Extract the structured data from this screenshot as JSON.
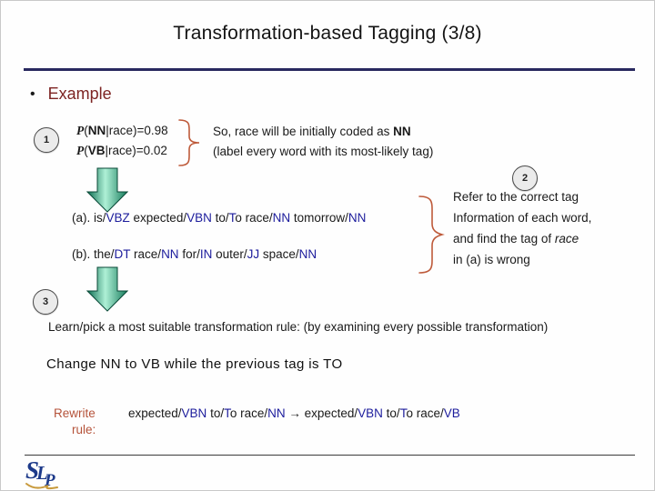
{
  "slide": {
    "title": "Transformation-based Tagging (3/8)",
    "bullet_glyph": "•",
    "bullet_label": "Example"
  },
  "colors": {
    "divider_navy": "#29295f",
    "tag_blue": "#1c1c9c",
    "bullet_maroon": "#7d2423",
    "brace_sienna": "#bE5a3a",
    "arrow_green_dark": "#0e6e52",
    "arrow_green_light": "#aef0d6",
    "logo_navy": "#1d3a8a",
    "logo_gold": "#c89a3c"
  },
  "step1": {
    "number": "1",
    "prob_lines": [
      [
        {
          "t": "P",
          "c": "pi"
        },
        {
          "t": "(",
          "c": "k"
        },
        {
          "t": "NN",
          "c": "kb"
        },
        {
          "t": "|race)=0.98",
          "c": "k"
        }
      ],
      [
        {
          "t": "P",
          "c": "pi"
        },
        {
          "t": "(",
          "c": "k"
        },
        {
          "t": "VB",
          "c": "kb"
        },
        {
          "t": "|race)=0.02",
          "c": "k"
        }
      ]
    ],
    "note_line1_tokens": [
      {
        "t": "So, race will be initially coded as ",
        "c": "k"
      },
      {
        "t": "NN",
        "c": "kb"
      }
    ],
    "note_line2": "(label every word with its most-likely tag)"
  },
  "tagged_lines": {
    "a_tokens": [
      {
        "t": "(a).  is/",
        "c": "k"
      },
      {
        "t": "VBZ",
        "c": "b"
      },
      {
        "t": " expected/",
        "c": "k"
      },
      {
        "t": "VBN",
        "c": "b"
      },
      {
        "t": "  to/",
        "c": "k"
      },
      {
        "t": "T",
        "c": "b"
      },
      {
        "t": "o",
        "c": "k"
      },
      {
        "t": " race/",
        "c": "k"
      },
      {
        "t": "NN",
        "c": "b"
      },
      {
        "t": " tomorrow/",
        "c": "k"
      },
      {
        "t": "NN",
        "c": "b"
      }
    ],
    "b_tokens": [
      {
        "t": "(b).  the/",
        "c": "k"
      },
      {
        "t": "DT",
        "c": "b"
      },
      {
        "t": " race/",
        "c": "k"
      },
      {
        "t": "NN",
        "c": "b"
      },
      {
        "t": " for/",
        "c": "k"
      },
      {
        "t": "IN",
        "c": "b"
      },
      {
        "t": " outer/",
        "c": "k"
      },
      {
        "t": "JJ",
        "c": "b"
      },
      {
        "t": " space/",
        "c": "k"
      },
      {
        "t": "NN",
        "c": "b"
      }
    ]
  },
  "step2": {
    "number": "2",
    "line1": "Refer to the correct tag",
    "line2": "Information of each word,",
    "line3_tokens": [
      {
        "t": "and find the tag of ",
        "c": "k"
      },
      {
        "t": "race",
        "c": "i"
      }
    ],
    "line4": "in (a) is wrong"
  },
  "step3": {
    "number": "3",
    "learn_line": "Learn/pick a most suitable transformation rule: (by examining every possible transformation)",
    "change_line": "Change NN to VB while the previous tag is TO",
    "rewrite_label_line1": "Rewrite",
    "rewrite_label_line2": "rule:",
    "rule_tokens": [
      {
        "t": "expected/",
        "c": "k"
      },
      {
        "t": "VBN",
        "c": "b"
      },
      {
        "t": "  to/",
        "c": "k"
      },
      {
        "t": "T",
        "c": "b"
      },
      {
        "t": "o",
        "c": "k"
      },
      {
        "t": " race/",
        "c": "k"
      },
      {
        "t": "NN",
        "c": "b"
      },
      {
        "t": " → expected/",
        "c": "k"
      },
      {
        "t": "VBN",
        "c": "b"
      },
      {
        "t": "  to/",
        "c": "k"
      },
      {
        "t": "T",
        "c": "b"
      },
      {
        "t": "o",
        "c": "k"
      },
      {
        "t": " race/",
        "c": "k"
      },
      {
        "t": "VB",
        "c": "b"
      }
    ]
  },
  "logo": {
    "s": "S",
    "l": "L",
    "p": "P"
  }
}
